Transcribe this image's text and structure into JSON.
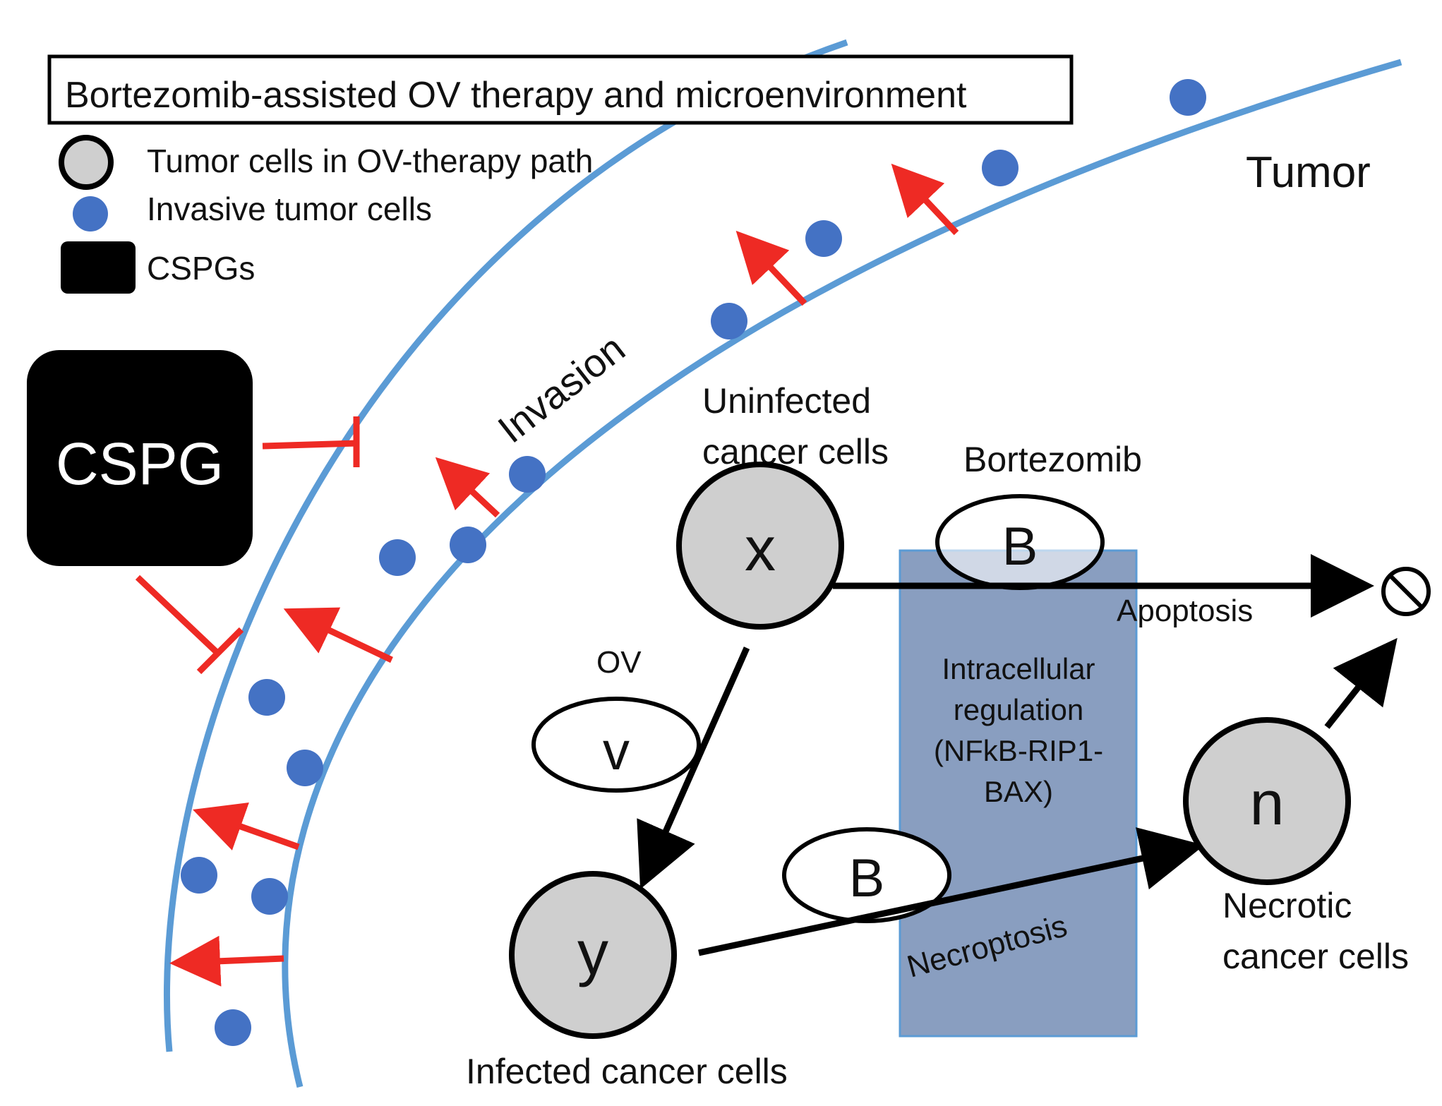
{
  "title": "Bortezomib-assisted OV therapy and microenvironment",
  "legend": {
    "tumor_cells": "Tumor cells in OV-therapy path",
    "invasive_cells": "Invasive tumor cells",
    "cspgs": "CSPGs"
  },
  "region_label": "Tumor",
  "band_label": "Invasion",
  "cspg_box": "CSPG",
  "nodes": {
    "x": {
      "symbol": "x",
      "label_line1": "Uninfected",
      "label_line2": "cancer cells"
    },
    "y": {
      "symbol": "y",
      "label": "Infected cancer cells"
    },
    "n": {
      "symbol": "n",
      "label_line1": "Necrotic",
      "label_line2": "cancer cells"
    }
  },
  "drugs": {
    "bortezomib_label": "Bortezomib",
    "b_symbol_top": "B",
    "b_symbol_bottom": "B",
    "ov_label": "OV",
    "v_symbol": "v"
  },
  "edges": {
    "apoptosis": "Apoptosis",
    "necroptosis": "Necroptosis"
  },
  "regulation_box": {
    "line1": "Intracellular",
    "line2": "regulation",
    "line3": "(NFkB-RIP1-",
    "line4": "BAX)"
  },
  "colors": {
    "band_line": "#5b9bd5",
    "invasive_cell": "#4472c4",
    "arrow_red": "#ee2a24",
    "cell_fill": "#cfcfcf",
    "reg_box": "#5b79a8",
    "black": "#000000"
  }
}
